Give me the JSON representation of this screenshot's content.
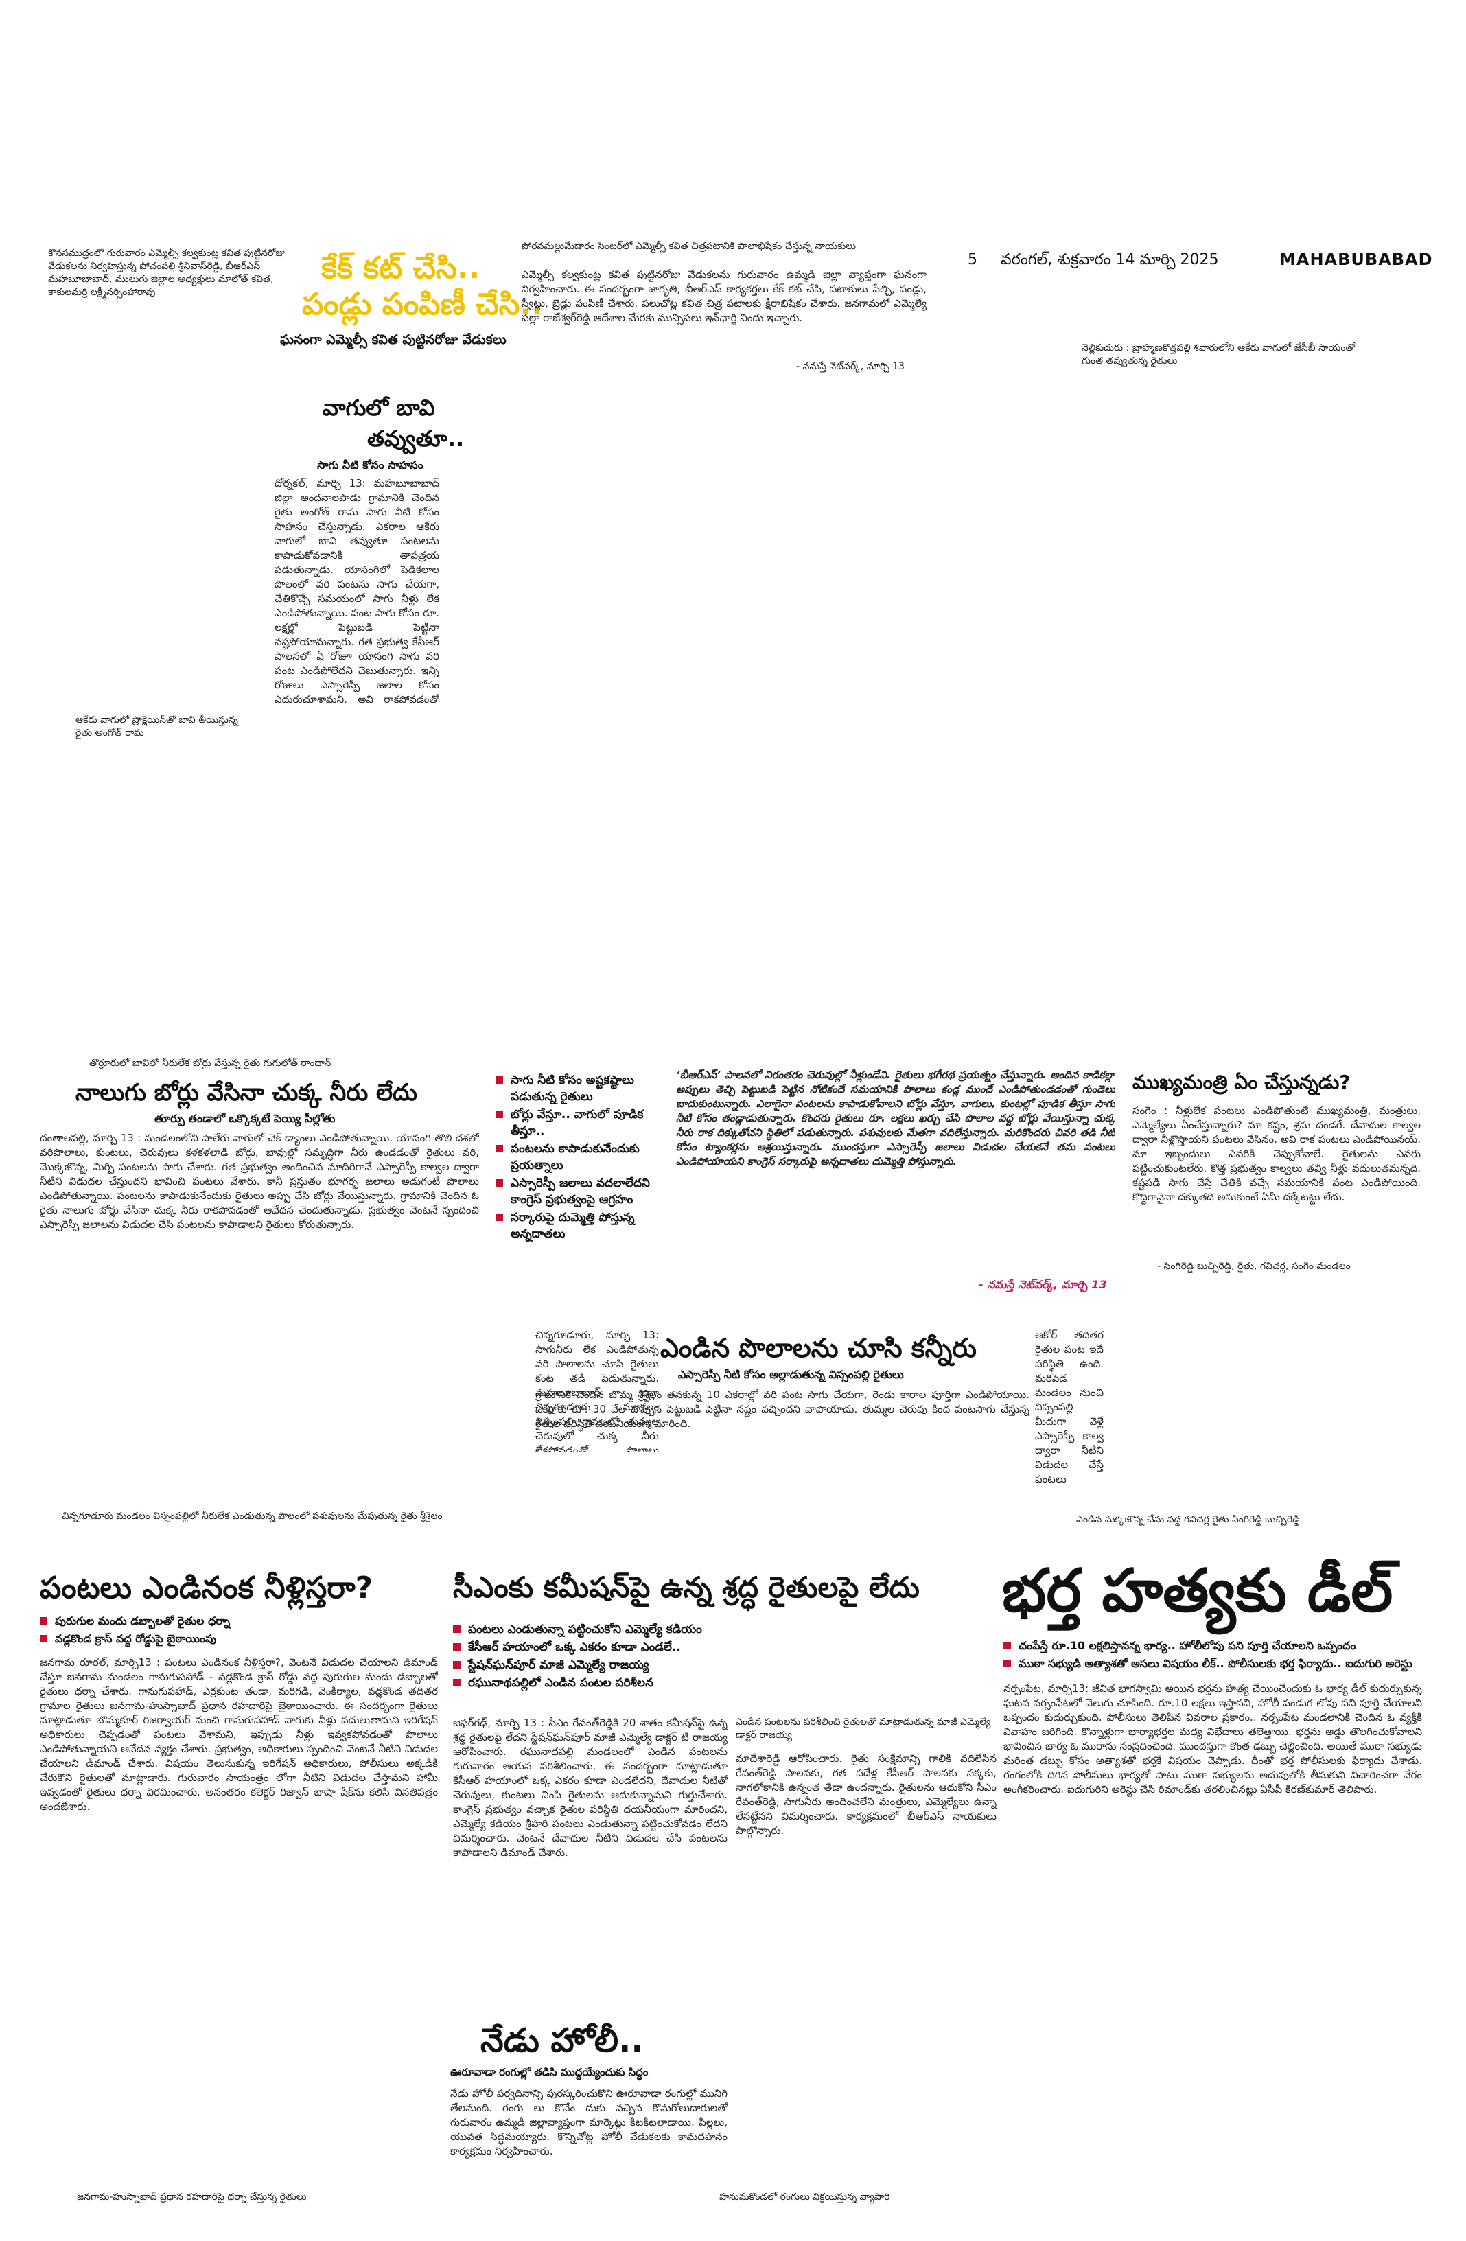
{
  "header": {
    "page_no": "5",
    "date": "వరంగల్, శుక్రవారం 14 మార్చి 2025",
    "edition": "MAHABUBABAD"
  },
  "top_left_caption": "కొనసముద్రంలో గురువారం ఎమ్మెల్సీ కల్వకుంట్ల కవిత పుట్టినరోజు వేడుకలను నిర్వహిస్తున్న పోచంపల్లి శ్రీనివాస్‌రెడ్డి, బీఆర్ఎస్ మహబూబాబాద్, ములుగు జిల్లాల అధ్యక్షులు మాలోత్ కవిత, కాకులమర్రి లక్ష్మీనర్సింహారావు",
  "kavitha": {
    "head_line1": "కేక్ కట్ చేసి..",
    "head_line2": "పండ్లు పంపిణీ చేసి..",
    "subhead": "ఘనంగా ఎమ్మెల్సీ కవిత పుట్టినరోజు వేడుకలు",
    "photo_caption": "పోరవమల్లుమేడారం సెంటర్‌లో ఎమ్మెల్సీ కవిత చిత్రపటానికి పాలాభిషేకం చేస్తున్న నాయకులు",
    "body": "ఎమ్మెల్సీ కల్వకుంట్ల కవిత పుట్టినరోజు వేడుకలను గురువారం ఉమ్మడి జిల్లా వ్యాప్తంగా ఘనంగా నిర్వహించారు. ఈ సందర్భంగా జాగృతి, బీఆర్ఎస్ కార్యకర్తలు కేక్ కట్ చేసి, పటాకులు పేల్చి, పండ్లు, స్వీట్లు, బ్రెడ్లు పంపిణీ చేశారు. పలుచోట్ల కవిత చిత్ర పటాలకు క్షీరాభిషేకం చేశారు. జనగామలో ఎమ్మెల్యే పల్లా రాజేశ్వర్‌రెడ్డి ఆదేశాల మేరకు మున్సిపలు ఇన్‌ఛార్జి విందు ఇచ్చారు.",
    "credit": "- నమస్తే నెట్‌వర్క్, మార్చి 13"
  },
  "top_right_caption": "నెల్లికుదురు : బ్రాహ్మణకొత్తపల్లి శివారులోని ఆకేరు వాగులో జేసీబీ సాయంతో గుంత తవ్వుతున్న రైతులు",
  "vaagu": {
    "head_line1": "వాగులో బావి",
    "head_line2": "తవ్వుతూ..",
    "subhead": "సాగు నీటి కోసం సాహసం",
    "body": "దోర్నకల్, మార్చి 13: మహబూబాబాద్ జిల్లా అందనాలపాడు గ్రామానికి చెందిన రైతు అంగోత్ రామ సాగు నీటి కోసం సాహసం చేస్తున్నాడు. ఎకరాల ఆకేరు వాగులో బావి తవ్వుతూ పంటలను కాపాడుకోవడానికి తాపత్రయ పడుతున్నాడు. యాసంగిలో పెడికలాల పొలంలో వరి పంటను సాగు చేయగా, చేతికొచ్చే సమయంలో సాగు నీళ్లు లేక ఎండిపోతున్నాయి. పంట సాగు కోసం రూ. లక్షల్లో పెట్టుబడి పెట్టినా నష్టపోయామన్నారు. గత ప్రభుత్వ కేసీఆర్ పాలనలో ఏ రోజూ యాసంగి సాగు వరి పంట ఎండిపోలేదని చెబుతున్నారు. ఇన్ని రోజులు ఎస్సారెస్పీ జలాల కోసం ఎదురుచూశామని, అవి రాకపోవడంతో ప్రొక్లెయిన్‌తో ఆకేరు వాగులో బావి తీయించానని చెప్పుకొచ్చాడు. ప్రభుత్వం, పాలకులు రైతుల పట్ల నిర్లక్ష్యంగా వ్యవహరిస్తున్నారని, సాగు నీళ్లు లేక వేలాది ఎకరాలు ఎండిపోతున్నాయని ఆవేదన వ్యక్తం చేశారు.",
    "photo_caption": "ఆకేరు వాగులో ప్రొక్లెయిన్‌తో బావి తీయిస్తున్న రైతు అంగోత్ రామ"
  },
  "mid_left_caption": "తొర్రూరులో బావిలో నీరులేక బోర్లు వేస్తున్న రైతు గుగులోత్ రాంధాన్",
  "borlu": {
    "headline": "నాలుగు బోర్లు వేసినా చుక్క నీరు లేదు",
    "subhead": "తూర్పు తండాలో ఒక్కొక్కటే పెయ్యి పీల్లోతు",
    "body": "దంతాలపల్లి, మార్చి 13 : మండలంలోని పాలేరు వాగులో చెక్ డ్యాంలు ఎండిపోతున్నాయి. యాసంగి తొలి దశలో వరిపొలాలు, కుంటలు, చెరువులు కళకళలాడి బోర్లు, బావుల్లో సమృద్ధిగా నీరు ఉండడంతో రైతులు వరి, మొక్కజొన్న, మిర్చి పంటలను సాగు చేశారు. గత ప్రభుత్వం అందించిన మాదిరిగానే ఎస్సారెస్పీ కాల్వల ద్వారా నీటిని విడుదల చేస్తుందని భావించి పంటలు వేశారు. కానీ ప్రస్తుతం భూగర్భ జలాలు అడుగంటి పొలాలు ఎండిపోతున్నాయి. పంటలను కాపాడుకునేందుకు రైతులు అప్పు చేసి బోర్లు వేయిస్తున్నారు. గ్రామానికి చెందిన ఓ రైతు నాలుగు బోర్లు వేసినా చుక్క నీరు రాకపోవడంతో ఆవేదన చెందుతున్నాడు. ప్రభుత్వం వెంటనే స్పందించి ఎస్సారెస్పీ జలాలను విడుదల చేసి పంటలను కాపాడాలని రైతులు కోరుతున్నారు."
  },
  "summary": {
    "bullets": [
      "సాగు నీటి కోసం అష్టకష్టాలు పడుతున్న రైతులు",
      "బోర్లు వేస్తూ.. వాగులో పూడిక తీస్తూ..",
      "పంటలను కాపాడుకునేందుకు ప్రయత్నాలు",
      "ఎస్సారెస్పీ జలాలు వదలాలేదని కాంగ్రెస్ ప్రభుత్వంపై ఆగ్రహం",
      "సర్కారుపై దుమ్మెత్తి పోస్తున్న అన్నదాతలు"
    ],
    "body": "‘బీఆర్ఎస్’ పాలనలో నిరంతరం చెరువుల్లో నీళ్లుండేవి. రైతులు భగీరథ ప్రయత్నం చేస్తున్నారు. అందిన కాడికల్లా అప్పులు తెచ్చి పెట్టుబడి పెట్టిన నోటికందే సమయానికి పొలాలు కండ్ల ముందే ఎండిపోతుండడంతో గుండెలు బాదుకుంటున్నారు. ఎలాగైనా పంటలను కాపాడుకోవాలని బోర్లు వేస్తూ, వాగులు, కుంటల్లో పూడిక తీస్తూ సాగు నీటి కోసం తండ్లాడుతున్నారు. కొందరు రైతులు రూ. లక్షలు ఖర్చు చేసి పొలాల వద్ద బోర్లు వేయిస్తున్నా చుక్క నీరు రాక దిక్కుతోచని స్థితిలో పడుతున్నారు. పశువులకు మేతగా వదిలేస్తున్నారు. మరికొందరు చివరి తడి నీటి కోసం ట్యాంకర్లను ఆశ్రయిస్తున్నారు. ముందస్తుగా ఎస్సారెస్పీ జలాలు విడుదల చేయకనే తమ పంటలు ఎండిపోయాయని కాంగ్రెస్ సర్కారుపై అన్నదాతలు దుమ్మెత్తి పోస్తున్నారు.",
    "credit": "- నమస్తే నెట్‌వర్క్, మార్చి 13"
  },
  "cm": {
    "headline": "ముఖ్యమంత్రి ఏం చేస్తున్నడు?",
    "body": "సంగెం : నీళ్లులేక పంటలు ఎండిపోతుంటే ముఖ్యమంత్రి, మంత్రులు, ఎమ్మెల్యేలు ఏంచేస్తున్నారు? మా కష్టం, శ్రమ దండగే. దేవాదుల కాల్వల ద్వారా నీళ్లొస్తాయని పంటలు వేసినం. అవి రాక పంటలు ఎండిపోయినయ్. మా ఇబ్బందులు ఎవరికి చెప్పుకోవాలే. రైతులను ఎవరు పట్టించుకుంటలేరు. కొత్త ప్రభుత్వం కాల్వలు తవ్వి నీళ్లు వదులుతమన్నది. కష్టపడి సాగు చేస్తే చేతికి వచ్చే సమయానికి పంట ఎండిపోయింది. కొద్దిగానైనా దక్కుతది అనుకుంటే ఏమీ దక్కేటట్టు లేదు.",
    "credit": "- సింగిరెడ్డి బుచ్చిరెడ్డి, రైతు, గవిచర్ల, సంగెం మండలం",
    "photo_caption": "ఎండిన మక్కజొన్న చేను వద్ద గవిచర్ల రైతు సింగిరెడ్డి బుచ్చిరెడ్డి"
  },
  "kanneeru": {
    "headline": "ఎండిన పొలాలను చూసి కన్నీరు",
    "subhead": "ఎస్సారెస్పీ నీటి కోసం అల్లాడుతున్న విస్సంపల్లి రైతులు",
    "body_left": "చిన్నగూడూరు, మార్చి 13: సాగునీరు లేక ఎండిపోతున్న వరి పొలాలను చూసి రైతులు కంట తడి పెడుతున్నారు. మహబూబాబాద్ జిల్లా చిన్నగూడూరు మండలం విస్సంపల్లి గ్రామంలో తుమ్మల చెరువులో చుక్క నీరు లేకపోవడంతో పొలాలు ఎండిపోతున్నాయి.",
    "body_mid": "గ్రామానికి చెందిన బొమ్మ శ్రీశైలం తనకున్న 10 ఎకరాల్లో వరి పంట సాగు చేయగా, రెండు కారాల పూర్తిగా ఎండిపోయాయి. ఎకరాకు రూ. 30 వేల చొప్పున పెట్టుబడి పెట్టినా నష్టం వచ్చిందని వాపోయాడు. తుమ్మల చెరువు కింద పంటసాగు చేస్తున్న రైతుల పరిస్థితి దయనీయంగా మారింది.",
    "body_right": "ఆకోర్ తదితర రైతుల పంట ఇదే పరిస్థితి ఉంది. మరిపెడ మండలం నుంచి విస్సంపల్లి మీదుగా వెళ్లే ఎస్సారెస్పీ కాల్వ ద్వారా నీటిని విడుదల చేస్తే పంటలు కాపాడుకునే అవకాశం ఉందని రైతులు కోరుతున్నారు.",
    "photo_caption": "చిన్నగూడూరు మండలం విస్సంపల్లిలో నీరులేక ఎండుతున్న పొలంలో పశువులను మేపుతున్న రైతు శ్రీశైలం"
  },
  "neellu": {
    "headline": "పంటలు ఎండినంక నీళ్లిస్తరా?",
    "bullets": [
      "పురుగుల మందు డబ్బాలతో రైతుల ధర్నా",
      "వడ్లకొండ క్రాస్ వద్ద రోడ్డుపై బైఠాయింపు"
    ],
    "body": "జనగామ రూరల్, మార్చి13 : పంటలు ఎండినంక నీళ్లిస్తరా?, వెంటనే విడుదల చేయాలని డిమాండ్ చేస్తూ జనగామ మండలం గానుగుపహాడ్ - వడ్లకొండ క్రాస్ రోడ్డు వద్ద పురుగుల మందు డబ్బాలతో రైతులు ధర్నా చేశారు. గానుగుపహాడ్, ఎర్రకుంట తండా, మరిగడి, వెంకిర్యాల, వడ్లకొండ తదితర గ్రామాల రైతులు జనగామ-హుస్నాబాద్ ప్రధాన రహదారిపై బైఠాయించారు. ఈ సందర్భంగా రైతులు మాట్లాడుతూ బొమ్మకూర్ రిజర్వాయర్ నుంచి గానుగుపహాడ్ వాగుకు నీళ్లు వదులుతామని ఇరిగేషన్ అధికారులు చెప్పడంతో పంటలు వేశామని, ఇప్పుడు నీళ్లు ఇవ్వకపోవడంతో పొలాలు ఎండిపోతున్నాయని ఆవేదన వ్యక్తం చేశారు. ప్రభుత్వం, అధికారులు స్పందించి వెంటనే నీటిని విడుదల చేయాలని డిమాండ్ చేశారు. విషయం తెలుసుకున్న ఇరిగేషన్ అధికారులు, పోలీసులు అక్కడికి చేరుకొని రైతులతో మాట్లాడారు. గురువారం సాయంత్రం లోగా నీటిని విడుదల చేస్తామని హామీ ఇవ్వడంతో రైతులు ధర్నా విరమించారు. అనంతరం కలెక్టర్ రిజ్వాన్ బాషా షేక్‌ను కలిసి వినతిపత్రం అందజేశారు.",
    "photo_caption": "జనగామ-హుస్నాబాద్ ప్రధాన రహదారిపై ధర్నా చేస్తున్న రైతులు"
  },
  "commission": {
    "headline": "సీఎంకు కమీషన్‌పై ఉన్న శ్రద్ధ రైతులపై లేదు",
    "bullets": [
      "పంటలు ఎండుతున్నా పట్టించుకోని ఎమ్మెల్యే కడియం",
      "కేసీఆర్ హయాంలో ఒక్క ఎకరం కూడా ఎండలే..",
      "స్టేషన్‌ఘన్‌పూర్ మాజీ ఎమ్మెల్యే రాజయ్య",
      "రఘునాథపల్లిలో ఎండిన పంటల పరిశీలన"
    ],
    "body": "జఫర్‌గఢ్, మార్చి 13 : సీఎం రేవంత్‌రెడ్డికి 20 శాతం కమీషన్‌పై ఉన్న శ్రద్ధ రైతులపై లేదని స్టేషన్‌ఘన్‌పూర్ మాజీ ఎమ్మెల్యే డాక్టర్ టీ రాజయ్య ఆరోపించారు. రఘునాథపల్లి మండలంలో ఎండిన పంటలను గురువారం ఆయన పరిశీలించారు. ఈ సందర్భంగా మాట్లాడుతూ కేసీఆర్ హయాంలో ఒక్క ఎకరం కూడా ఎండలేదని, దేవాదుల నీటితో చెరువులు, కుంటలు నింపి రైతులను ఆదుకున్నామని గుర్తుచేశారు. కాంగ్రెస్ ప్రభుత్వం వచ్చాక రైతుల పరిస్థితి దయనీయంగా మారిందని, ఎమ్మెల్యే కడియం శ్రీహరి పంటలు ఎండుతున్నా పట్టించుకోవడం లేదని విమర్శించారు. వెంటనే దేవాదుల నీటిని విడుదల చేసి పంటలను కాపాడాలని డిమాండ్ చేశారు.",
    "photo_caption": "ఎండిన పంటలను పరిశీలించి రైతులతో మాట్లాడుతున్న మాజీ ఎమ్మెల్యే డాక్టర్ రాజయ్య",
    "body_right": "మాదేశారెడ్డి ఆరోపించారు. రైతు సంక్షేమాన్ని గాలికి వదిలేసిన రేవంత్‌రెడ్డి పాలనకు, గత పదేళ్ల కేసీఆర్ పాలనకు నక్కకు, నాగలోకానికి ఉన్నంత తేడా ఉందన్నారు. రైతులను ఆదుకోని సీఎం రేవంత్‌రెడ్డి, సాగునీరు అందించలేని మంత్రులు, ఎమ్మెల్యేలు ఉన్నా లేనట్టేనని విమర్శించారు. కార్యక్రమంలో బీఆర్ఎస్ నాయకులు పాల్గొన్నారు."
  },
  "holi": {
    "headline": "నేడు హోలీ..",
    "subhead": "ఊరూవాడా రంగుల్లో తడిసి ముద్దయ్యేందుకు సిద్ధం",
    "body": "నేడు హోలీ పర్వదినాన్ని పురస్కరించుకొని ఊరూవాడా రంగుల్లో మునిగి తేలనుంది. రంగు లు కొనేం దుకు వచ్చిన కొనుగోలుదారులతో గురువారం ఉమ్మడి జిల్లావ్యాప్తంగా మార్కెట్లు కిటకిటలాడాయి. పిల్లలు, యువత సిద్ధమయ్యారు. కొన్నిచోట్ల హోలీ వేడుకలకు కామదహనం కార్యక్రమం నిర్వహించారు.",
    "photo_caption": "హనుమకొండలో రంగులు విక్రయిస్తున్న వ్యాపారి"
  },
  "deal": {
    "headline": "భర్త హత్యకు డీల్",
    "bullets": [
      "చంపేస్తే రూ.10 లక్షలిస్తానన్న భార్య.. హోలీలోపు పని పూర్తి చేయాలని ఒప్పందం",
      "ముఠా సభ్యుడి అత్యాశతో అసలు విషయం లీక్.. పోలీసులకు భర్త ఫిర్యాదు.. ఐదుగురి అరెస్టు"
    ],
    "body": "నర్సంపేట, మార్చి13: జీవిత భాగస్వామి అయిన భర్తను హత్య చేయించేందుకు ఓ భార్య డీల్ కుదుర్చుకున్న ఘటన నర్సంపేటలో వెలుగు చూసింది. రూ.10 లక్షలు ఇస్తానని, హోలీ పండుగ లోపు పని పూర్తి చేయాలని ఒప్పందం కుదుర్చుకుంది. పోలీసులు తెలిపిన వివరాల ప్రకారం.. నర్సంపేట మండలానికి చెందిన ఓ వ్యక్తికి వివాహం జరిగింది. కొన్నాళ్లుగా భార్యాభర్తల మధ్య విభేదాలు తలెత్తాయి. భర్తను అడ్డు తొలగించుకోవాలని భావించిన భార్య ఓ ముఠాను సంప్రదించింది. ముందస్తుగా కొంత డబ్బు చెల్లించింది. అయితే ముఠా సభ్యుడు మరింత డబ్బు కోసం అత్యాశతో భర్తకే విషయం చెప్పాడు. దీంతో భర్త పోలీసులకు ఫిర్యాదు చేశాడు. రంగంలోకి దిగిన పోలీసులు భార్యతో పాటు ముఠా సభ్యులను అదుపులోకి తీసుకుని విచారించగా నేరం అంగీకరించారు. ఐదుగురిని అరెస్టు చేసి రిమాండ్‌కు తరలించినట్లు ఏసీపీ కిరణ్‌కుమార్ తెలిపారు."
  }
}
